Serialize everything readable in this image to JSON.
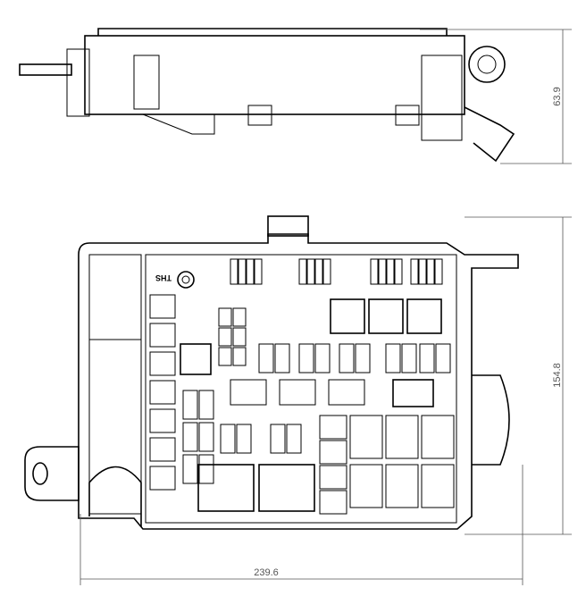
{
  "drawing": {
    "title": "Fuse box side and top views",
    "dimensions": {
      "height": "63.9",
      "depth": "154.8",
      "width": "239.6"
    },
    "label_marking": "THS"
  }
}
